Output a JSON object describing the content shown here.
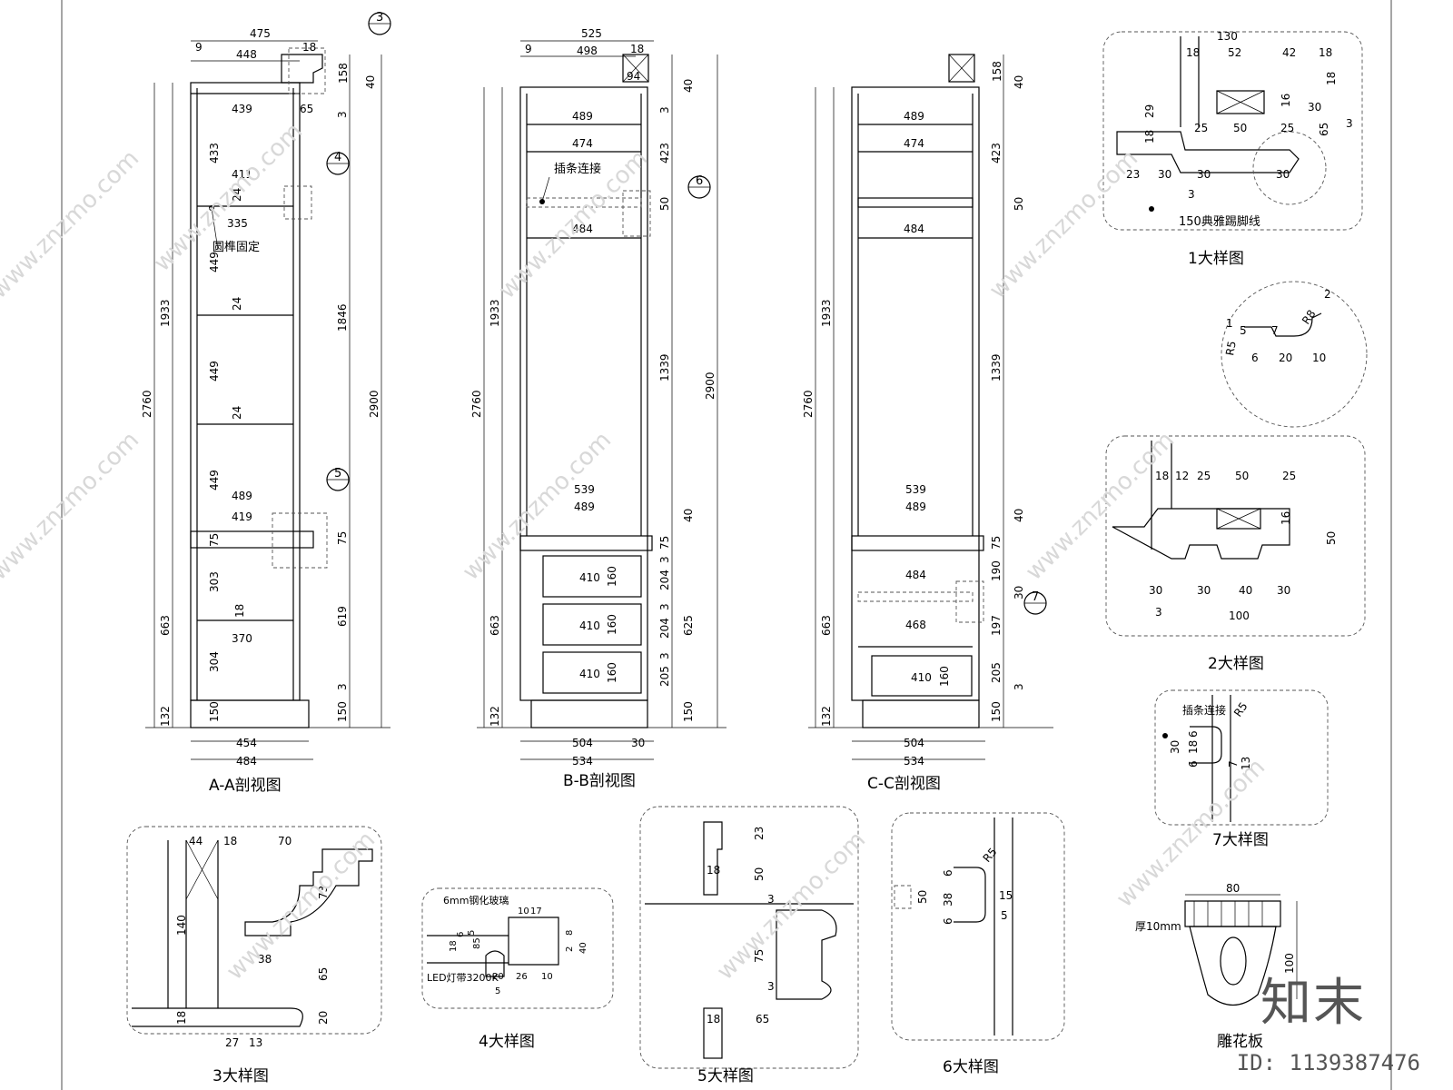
{
  "views": {
    "aa": {
      "title": "A-A剖视图",
      "top_dims": [
        "475",
        "448",
        "9",
        "18",
        "158",
        "40"
      ],
      "right_dims": [
        "433",
        "449",
        "449",
        "449",
        "303",
        "304",
        "1846",
        "2900",
        "619",
        "75",
        "3",
        "150"
      ],
      "left_dims": [
        "1933",
        "2760",
        "663",
        "132"
      ],
      "widths": [
        "439",
        "411",
        "335",
        "489",
        "419",
        "370",
        "454",
        "484"
      ],
      "small": [
        "65",
        "24",
        "24",
        "24",
        "75",
        "18",
        "150",
        "3"
      ],
      "note_dowel": "圆榫固定",
      "callouts": [
        "3",
        "4",
        "5"
      ]
    },
    "bb": {
      "title": "B-B剖视图",
      "top_dims": [
        "525",
        "498",
        "9",
        "18",
        "94",
        "40"
      ],
      "widths": [
        "489",
        "474",
        "484",
        "539",
        "489",
        "410",
        "410",
        "410",
        "504",
        "534",
        "30"
      ],
      "right_dims": [
        "423",
        "50",
        "1339",
        "2900",
        "40",
        "75",
        "204",
        "204",
        "205",
        "625",
        "150",
        "3"
      ],
      "left_dims": [
        "1933",
        "2760",
        "663",
        "132"
      ],
      "small": [
        "160",
        "160",
        "160",
        "3",
        "3",
        "3"
      ],
      "note_slot": "插条连接",
      "callouts": [
        "6"
      ]
    },
    "cc": {
      "title": "C-C剖视图",
      "top_dims": [
        "158",
        "40"
      ],
      "widths": [
        "489",
        "474",
        "484",
        "539",
        "489",
        "484",
        "468",
        "410",
        "504",
        "534"
      ],
      "right_dims": [
        "423",
        "50",
        "1339",
        "40",
        "75",
        "190",
        "30",
        "197",
        "205",
        "150",
        "3"
      ],
      "left_dims": [
        "1933",
        "2760",
        "663",
        "132"
      ],
      "small": [
        "160"
      ],
      "callouts": [
        "7"
      ]
    }
  },
  "details": {
    "d1": {
      "title": "1大样图",
      "dims": [
        "130",
        "18",
        "52",
        "42",
        "18",
        "18",
        "16",
        "30",
        "29",
        "18",
        "25",
        "50",
        "25",
        "65",
        "3",
        "23",
        "30",
        "30",
        "30",
        "3"
      ],
      "note": "150典雅踢脚线",
      "circle": [
        "R8",
        "R5",
        "1",
        "5",
        "7",
        "6",
        "20",
        "10",
        "2"
      ]
    },
    "d2": {
      "title": "2大样图",
      "dims": [
        "18",
        "12",
        "25",
        "50",
        "25",
        "16",
        "50",
        "30",
        "30",
        "40",
        "30",
        "100",
        "3"
      ]
    },
    "d3": {
      "title": "3大样图",
      "dims": [
        "44",
        "18",
        "70",
        "73",
        "140",
        "38",
        "65",
        "20",
        "18",
        "27",
        "13"
      ]
    },
    "d4": {
      "title": "4大样图",
      "glass": "6mm钢化玻璃",
      "led": "LED灯带3200K",
      "dims": [
        "10",
        "17",
        "18",
        "6",
        "5",
        "85",
        "8",
        "2",
        "40",
        "20",
        "26",
        "10",
        "5"
      ]
    },
    "d5": {
      "title": "5大样图",
      "dims": [
        "23",
        "18",
        "50",
        "3",
        "75",
        "3",
        "18",
        "65"
      ]
    },
    "d6": {
      "title": "6大样图",
      "dims": [
        "R5",
        "6",
        "50",
        "38",
        "6",
        "15",
        "5"
      ]
    },
    "d7": {
      "title": "7大样图",
      "note": "插条连接",
      "dims": [
        "R5",
        "30",
        "6",
        "18",
        "6",
        "7",
        "13"
      ]
    },
    "carve": {
      "title": "雕花板",
      "thick": "厚10mm",
      "dims": [
        "80",
        "100"
      ]
    }
  },
  "watermark": {
    "text": "www.znzmo.com",
    "brand": "知末",
    "id": "ID: 1139387476"
  }
}
